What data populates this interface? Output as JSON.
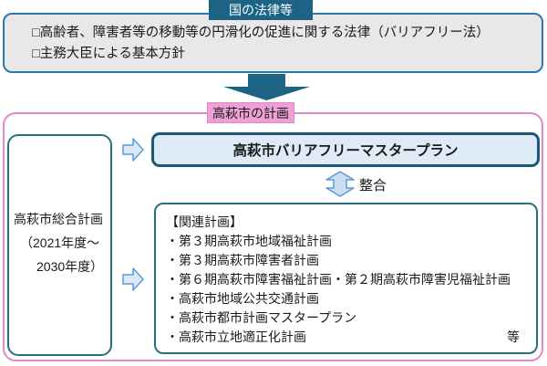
{
  "colors": {
    "dark_teal": "#1D6384",
    "law_box_fill": "#E8E8E8",
    "law_box_border": "#2E77AC",
    "pink_fill": "#EE9FD4",
    "pink_border": "#E287C7",
    "teal_border": "#2B6E7E",
    "masterplan_border": "#1B5876",
    "masterplan_fill": "#DEEAF6",
    "arrow_fill": "#DCE9F7",
    "arrow_stroke": "#5B9BD5",
    "double_arrow_fill": "#C9DEF3",
    "text": "#1A1A1A"
  },
  "national": {
    "label": "国の法律等",
    "items": [
      "□高齢者、障害者等の移動等の円滑化の促進に関する法律（バリアフリー法）",
      "□主務大臣による基本方針"
    ]
  },
  "city": {
    "label": "高萩市の計画",
    "comprehensive_plan": {
      "lines": [
        "高萩市総合計画",
        "（2021年度～",
        "2030年度）"
      ]
    },
    "master_plan": "高萩市バリアフリーマスタープラン",
    "alignment_label": "整合",
    "related": {
      "title": "【関連計画】",
      "items": [
        "・第３期高萩市地域福祉計画",
        "・第３期高萩市障害者計画",
        "・第６期高萩市障害福祉計画・第２期高萩市障害児福祉計画",
        "・高萩市地域公共交通計画",
        "・高萩市都市計画マスタープラン",
        "・高萩市立地適正化計画"
      ],
      "etc_label": "等"
    }
  }
}
